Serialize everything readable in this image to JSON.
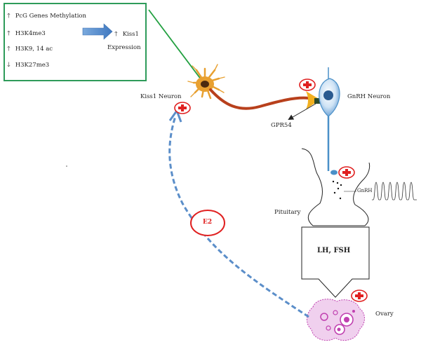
{
  "epigenetics_box": {
    "items": [
      {
        "direction": "up",
        "text": "PcG Genes Methylation"
      },
      {
        "direction": "up",
        "text": "H3K4me3"
      },
      {
        "direction": "up",
        "text": "H3K9, 14 ac"
      },
      {
        "direction": "down",
        "text": "H3K27me3"
      }
    ],
    "result_gene": "Kiss1",
    "result_label": "Expression",
    "border_color": "#2e9b5a"
  },
  "labels": {
    "kiss1_neuron": "Kiss1 Neuron",
    "gnrh_neuron": "GnRH Neuron",
    "gpr54": "GPR54",
    "gnrh": "GnRH",
    "pituitary": "Pituitary",
    "lh_fsh": "LH, FSH",
    "ovary": "Ovary",
    "e2": "E2"
  },
  "icons": [
    "plus-badge-icon",
    "block-arrow-icon",
    "up-arrow-icon",
    "down-arrow-icon"
  ],
  "colors": {
    "stimulatory_red": "#e02020",
    "feedback_blue": "#5b8ec9",
    "axon_brown": "#b8401c",
    "neuron_orange": "#e8a030",
    "gnrh_blue": "#4a90c8",
    "ovary_pink": "#c040b0"
  }
}
